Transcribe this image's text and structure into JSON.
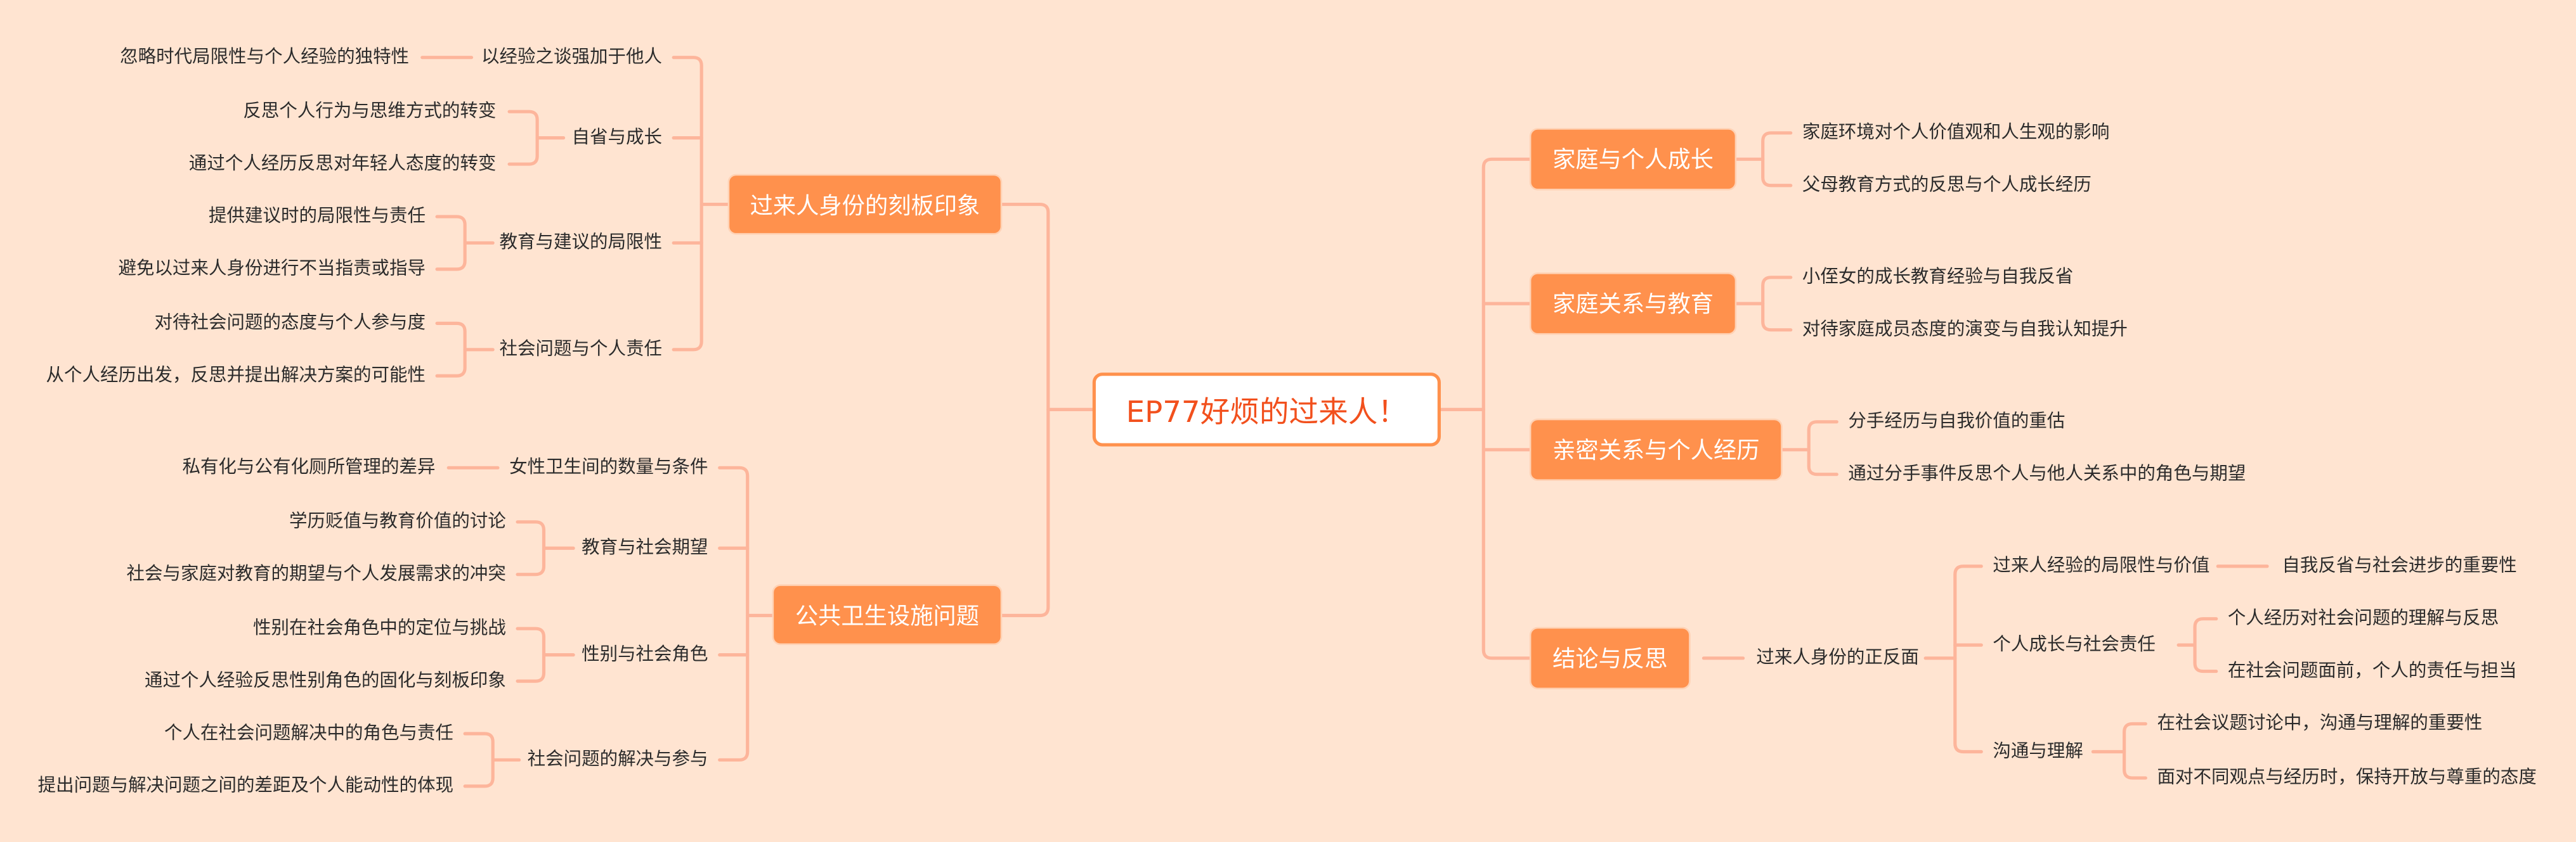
{
  "root": {
    "label": "EP77好烦的过来人！"
  },
  "left": [
    {
      "label": "过来人身份的刻板印象",
      "children": [
        {
          "label": "以经验之谈强加于他人",
          "children": [
            "忽略时代局限性与个人经验的独特性"
          ]
        },
        {
          "label": "自省与成长",
          "children": [
            "反思个人行为与思维方式的转变",
            "通过个人经历反思对年轻人态度的转变"
          ]
        },
        {
          "label": "教育与建议的局限性",
          "children": [
            "提供建议时的局限性与责任",
            "避免以过来人身份进行不当指责或指导"
          ]
        },
        {
          "label": "社会问题与个人责任",
          "children": [
            "对待社会问题的态度与个人参与度",
            "从个人经历出发，反思并提出解决方案的可能性"
          ]
        }
      ]
    },
    {
      "label": "公共卫生设施问题",
      "children": [
        {
          "label": "女性卫生间的数量与条件",
          "children": [
            "私有化与公有化厕所管理的差异"
          ]
        },
        {
          "label": "教育与社会期望",
          "children": [
            "学历贬值与教育价值的讨论",
            "社会与家庭对教育的期望与个人发展需求的冲突"
          ]
        },
        {
          "label": "性别与社会角色",
          "children": [
            "性别在社会角色中的定位与挑战",
            "通过个人经验反思性别角色的固化与刻板印象"
          ]
        },
        {
          "label": "社会问题的解决与参与",
          "children": [
            "个人在社会问题解决中的角色与责任",
            "提出问题与解决问题之间的差距及个人能动性的体现"
          ]
        }
      ]
    }
  ],
  "right": [
    {
      "label": "家庭与个人成长",
      "children": [
        "家庭环境对个人价值观和人生观的影响",
        "父母教育方式的反思与个人成长经历"
      ]
    },
    {
      "label": "家庭关系与教育",
      "children": [
        "小侄女的成长教育经验与自我反省",
        "对待家庭成员态度的演变与自我认知提升"
      ]
    },
    {
      "label": "亲密关系与个人经历",
      "children": [
        "分手经历与自我价值的重估",
        "通过分手事件反思个人与他人关系中的角色与期望"
      ]
    },
    {
      "label": "结论与反思",
      "child": {
        "label": "过来人身份的正反面",
        "children": [
          {
            "label": "过来人经验的局限性与价值",
            "children": [
              "自我反省与社会进步的重要性"
            ]
          },
          {
            "label": "个人成长与社会责任",
            "children": [
              "个人经历对社会问题的理解与反思",
              "在社会问题面前，个人的责任与担当"
            ]
          },
          {
            "label": "沟通与理解",
            "children": [
              "在社会议题讨论中，沟通与理解的重要性",
              "面对不同观点与经历时，保持开放与尊重的态度"
            ]
          }
        ]
      }
    }
  ],
  "colors": {
    "background": "#FFE4D1",
    "node": "#FF914D",
    "link": "#FDB59B",
    "root_text": "#F2501D"
  }
}
